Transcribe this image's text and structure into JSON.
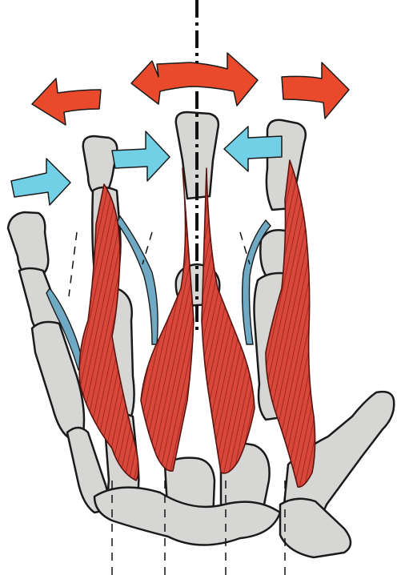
{
  "illustration": {
    "subject": "hand-bones-with-muscles",
    "colors": {
      "bone_fill": "#d6d6d4",
      "bone_outline": "#1a1a1a",
      "muscle_red": "#d9473a",
      "muscle_dark": "#9e2a22",
      "tendon_blue": "#6fa9c4",
      "arrow_red": "#ea4a2c",
      "arrow_blue": "#71cfe6",
      "guide_line": "#111111"
    },
    "arrows": [
      {
        "name": "abduction-arrow-index",
        "color": "red",
        "direction": "left"
      },
      {
        "name": "abduction-arrow-middle",
        "color": "red",
        "direction": "both"
      },
      {
        "name": "abduction-arrow-ring",
        "color": "red",
        "direction": "right"
      },
      {
        "name": "adduction-arrow-little",
        "color": "blue",
        "direction": "right"
      },
      {
        "name": "adduction-arrow-index",
        "color": "blue",
        "direction": "right"
      },
      {
        "name": "adduction-arrow-ring",
        "color": "blue",
        "direction": "left"
      }
    ],
    "axis": {
      "name": "hand-midline-axis",
      "style": "dash-dot"
    }
  }
}
